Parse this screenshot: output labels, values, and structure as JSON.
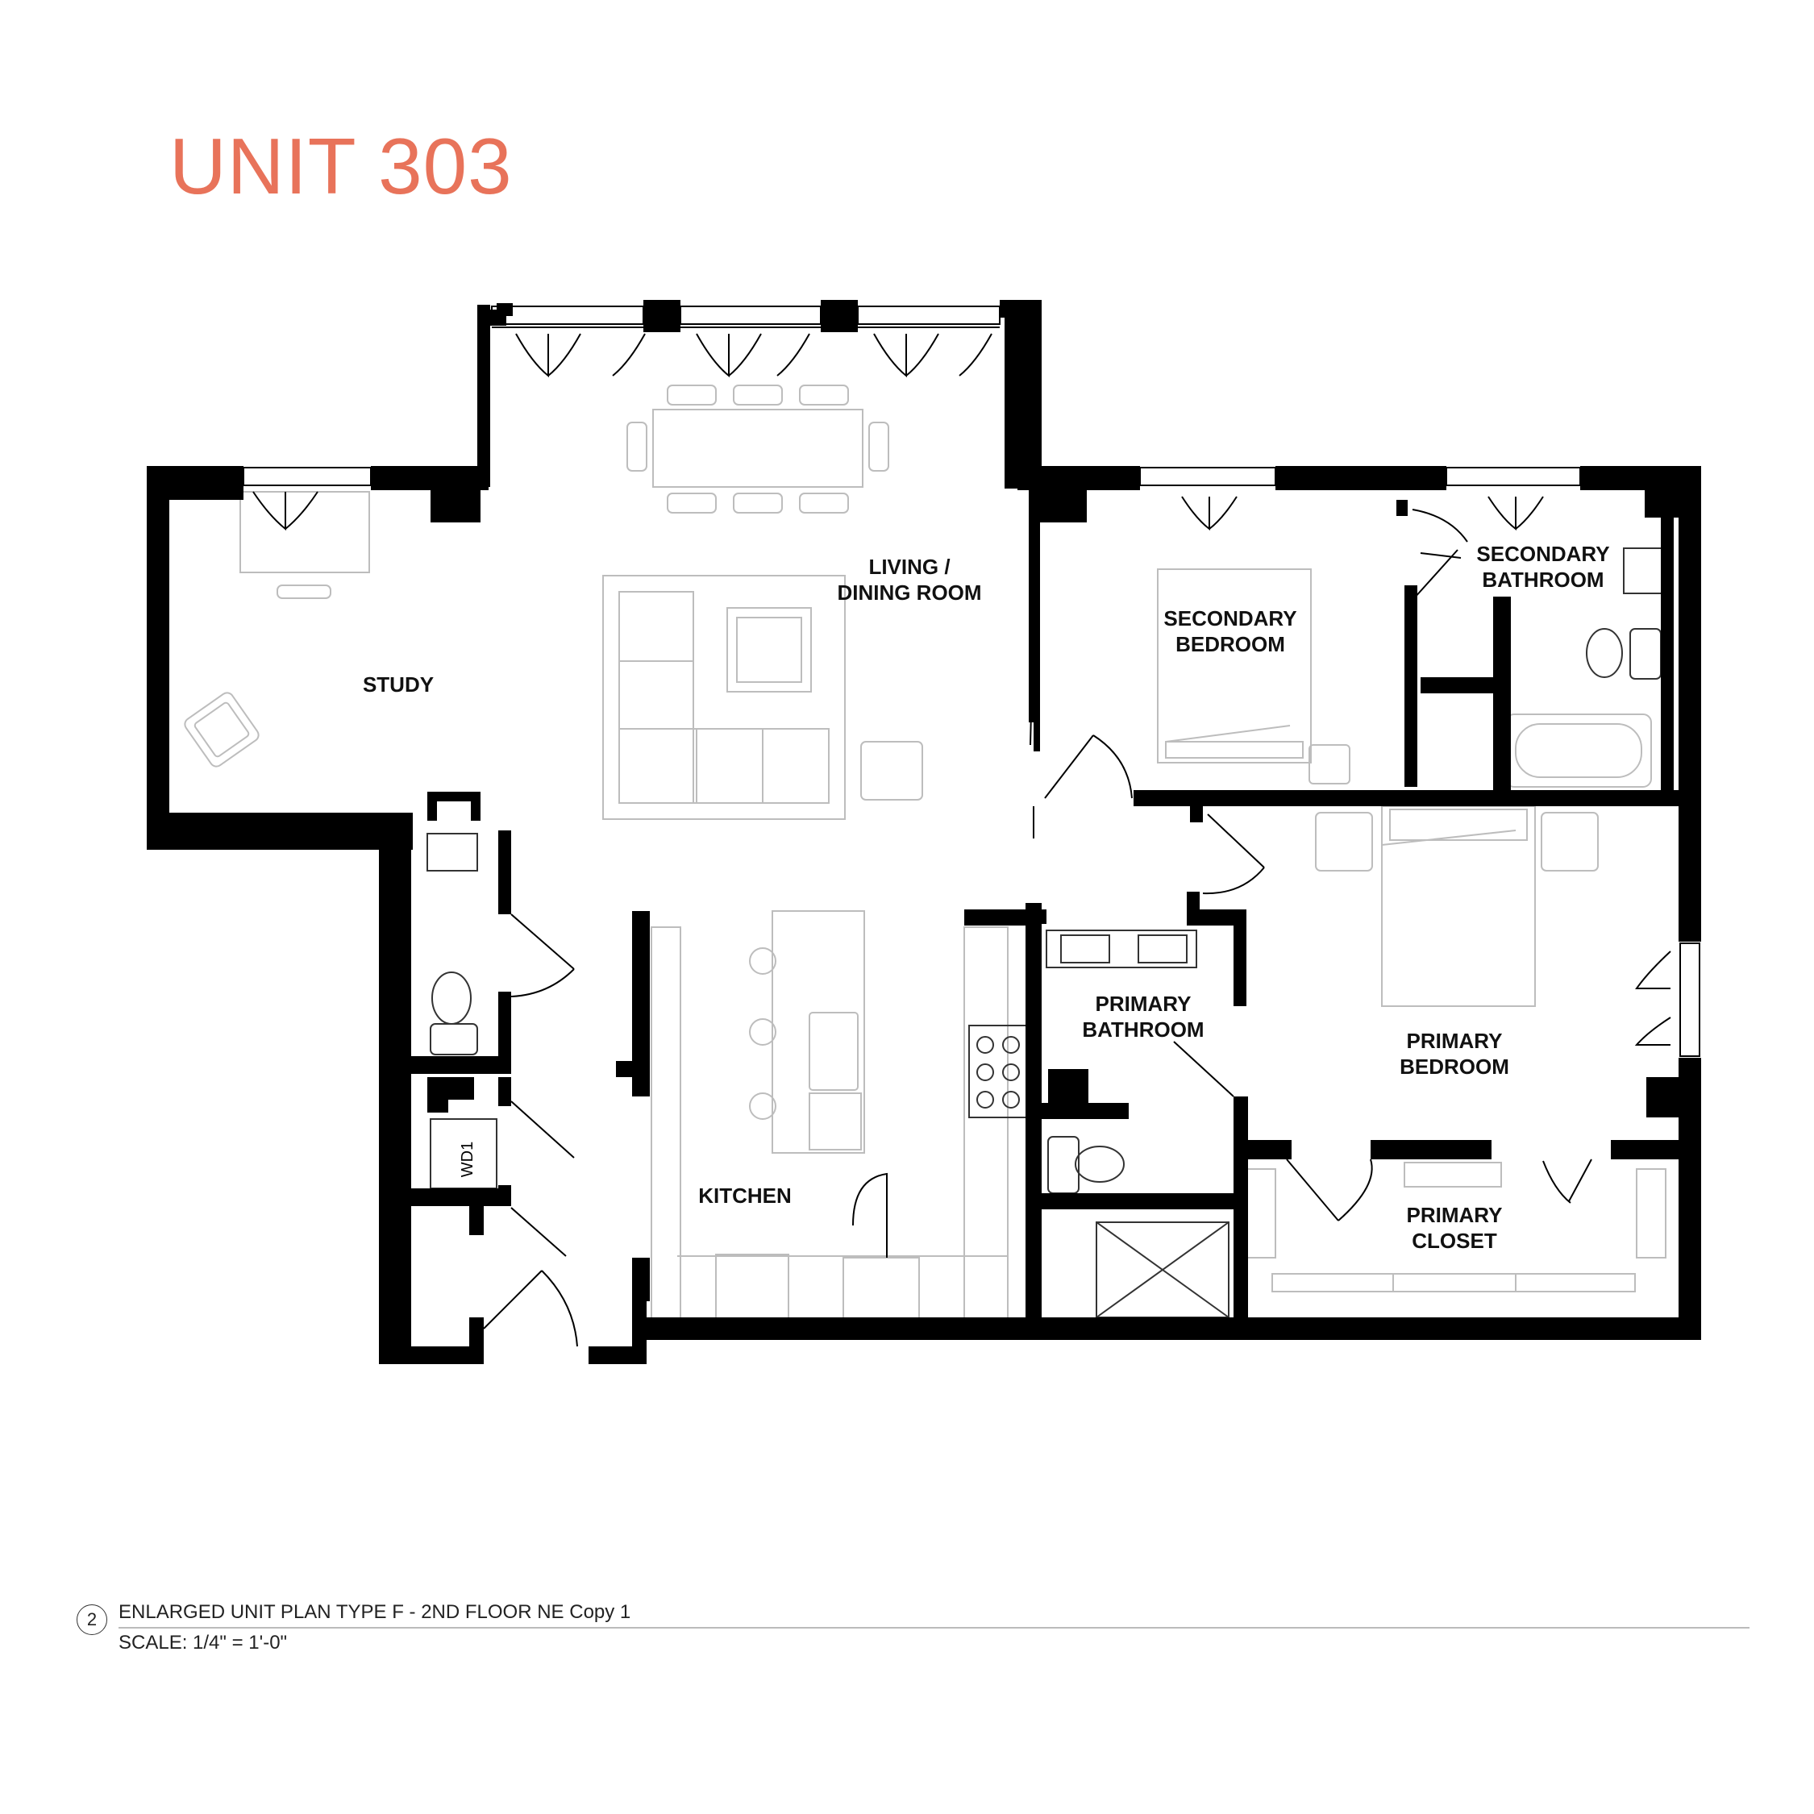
{
  "header": {
    "title": "UNIT 303"
  },
  "colors": {
    "title": "#e8735a",
    "wall": "#000000",
    "furniture": "#bdbdbd"
  },
  "rooms": {
    "study": "STUDY",
    "living_line1": "LIVING /",
    "living_line2": "DINING ROOM",
    "secondary_bedroom_line1": "SECONDARY",
    "secondary_bedroom_line2": "BEDROOM",
    "secondary_bathroom_line1": "SECONDARY",
    "secondary_bathroom_line2": "BATHROOM",
    "kitchen": "KITCHEN",
    "primary_bathroom_line1": "PRIMARY",
    "primary_bathroom_line2": "BATHROOM",
    "primary_bedroom_line1": "PRIMARY",
    "primary_bedroom_line2": "BEDROOM",
    "primary_closet_line1": "PRIMARY",
    "primary_closet_line2": "CLOSET",
    "laundry": "WD1"
  },
  "footer": {
    "drawing_number": "2",
    "drawing_title": "ENLARGED UNIT PLAN TYPE F - 2ND FLOOR NE Copy 1",
    "scale": "SCALE: 1/4\" = 1'-0\""
  }
}
